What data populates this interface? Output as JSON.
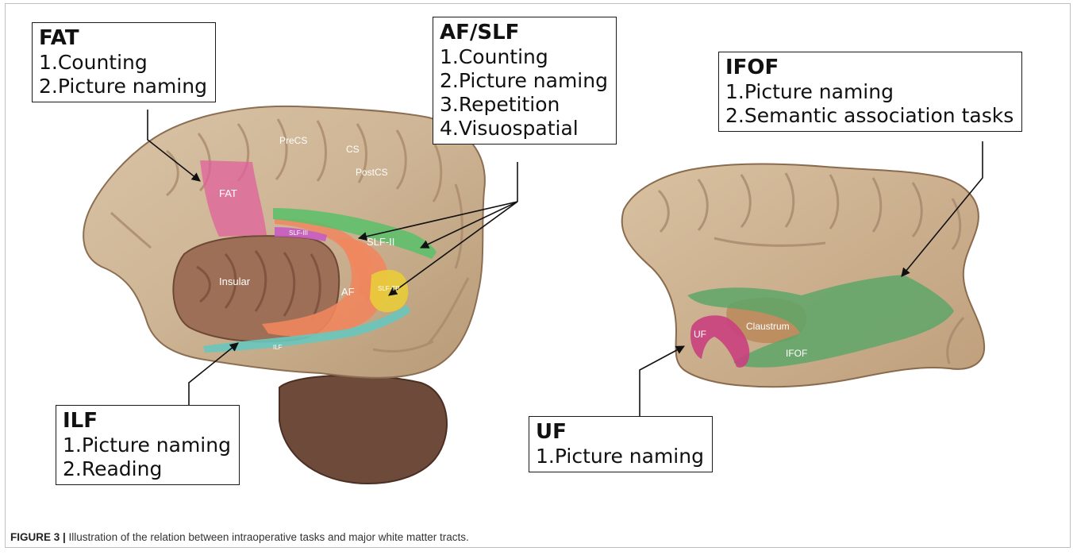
{
  "boxes": {
    "fat": {
      "title": "FAT",
      "items": [
        "1.Counting",
        "2.Picture naming"
      ]
    },
    "af_slf": {
      "title": "AF/SLF",
      "items": [
        "1.Counting",
        "2.Picture naming",
        "3.Repetition",
        "4.Visuospatial"
      ]
    },
    "ifof": {
      "title": "IFOF",
      "items": [
        "1.Picture naming",
        "2.Semantic association tasks"
      ]
    },
    "ilf": {
      "title": "ILF",
      "items": [
        "1.Picture naming",
        "2.Reading"
      ]
    },
    "uf": {
      "title": "UF",
      "items": [
        "1.Picture naming"
      ]
    }
  },
  "brain_labels": {
    "precs": "PreCS",
    "cs": "CS",
    "postcs": "PostCS",
    "fat": "FAT",
    "slf_iii": "SLF-III",
    "slf_ii": "SLF-II",
    "insular": "Insular",
    "af": "AF",
    "slf_tp": "SLF-TP",
    "ilf": "ILF",
    "claustrum": "Claustrum",
    "uf": "UF",
    "ifof": "IFOF"
  },
  "tract_colors": {
    "fat": "#e0609b",
    "slf_ii": "#5cbf6a",
    "slf_iii": "#c95bc2",
    "af": "#f0865e",
    "slf_tp": "#e9cc3a",
    "ilf": "#69c7bd",
    "uf": "#c9407e",
    "ifof": "#5aa668"
  },
  "caption": {
    "label": "FIGURE 3 |",
    "text": " Illustration of the relation between intraoperative tasks and major white matter tracts."
  }
}
